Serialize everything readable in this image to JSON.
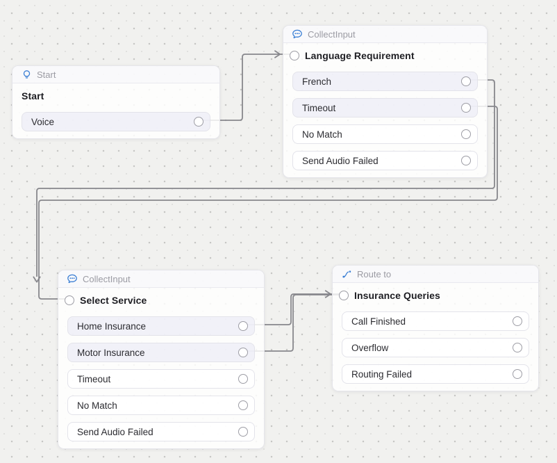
{
  "canvas": {
    "background": "#f1f1ef",
    "edge_color": "#87878c",
    "accent_blue": "#3b7fd4"
  },
  "nodes": [
    {
      "id": "start",
      "type_label": "Start",
      "icon": "lightbulb-icon",
      "title": "Start",
      "has_input_port": false,
      "outputs": [
        {
          "label": "Voice",
          "connected": true
        }
      ]
    },
    {
      "id": "collect-language",
      "type_label": "CollectInput",
      "icon": "chat-bubble-icon",
      "title": "Language Requirement",
      "has_input_port": true,
      "outputs": [
        {
          "label": "French",
          "connected": true
        },
        {
          "label": "Timeout",
          "connected": true
        },
        {
          "label": "No Match",
          "connected": false
        },
        {
          "label": "Send Audio Failed",
          "connected": false
        }
      ]
    },
    {
      "id": "collect-service",
      "type_label": "CollectInput",
      "icon": "chat-bubble-icon",
      "title": "Select Service",
      "has_input_port": true,
      "outputs": [
        {
          "label": "Home Insurance",
          "connected": true
        },
        {
          "label": "Motor Insurance",
          "connected": true
        },
        {
          "label": "Timeout",
          "connected": false
        },
        {
          "label": "No Match",
          "connected": false
        },
        {
          "label": "Send Audio Failed",
          "connected": false
        }
      ]
    },
    {
      "id": "route-insurance",
      "type_label": "Route to",
      "icon": "route-icon",
      "title": "Insurance Queries",
      "has_input_port": true,
      "outputs": [
        {
          "label": "Call Finished",
          "connected": false
        },
        {
          "label": "Overflow",
          "connected": false
        },
        {
          "label": "Routing Failed",
          "connected": false
        }
      ]
    }
  ]
}
